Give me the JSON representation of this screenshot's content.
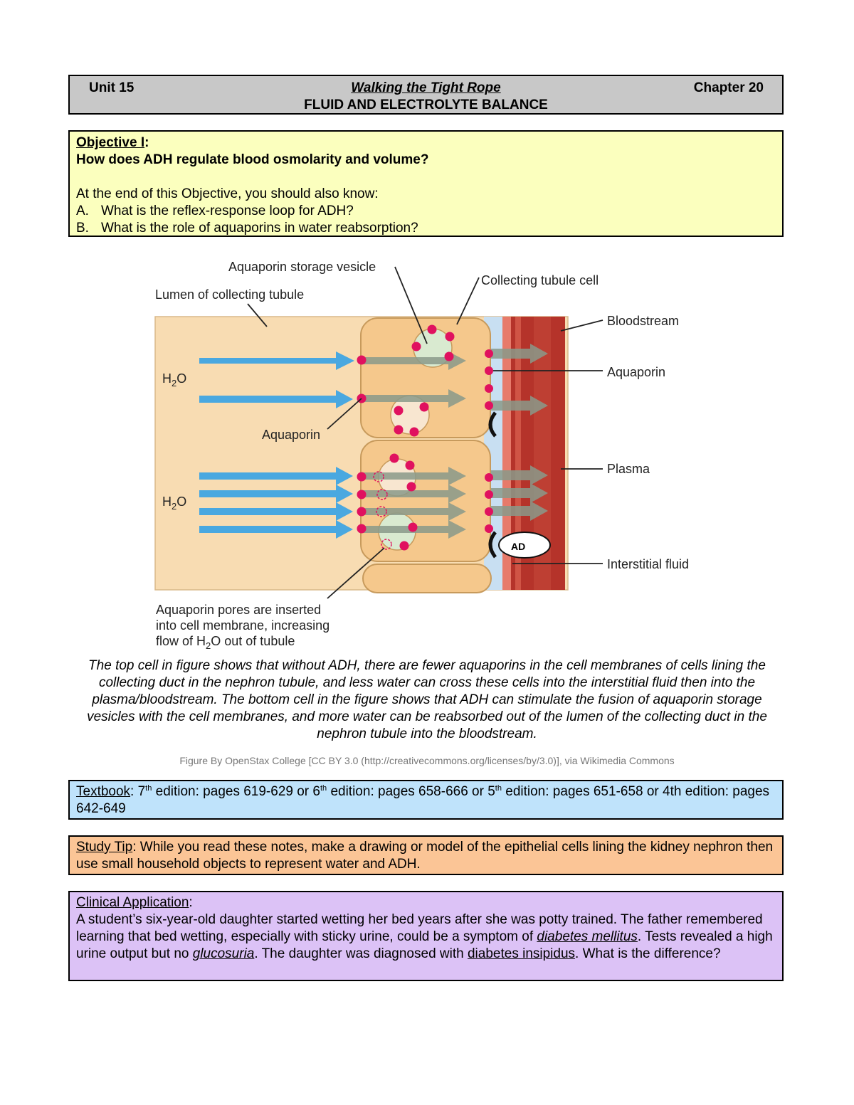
{
  "header": {
    "unit": "Unit 15",
    "title": "Walking the Tight Rope",
    "subtitle": "FLUID AND ELECTROLYTE BALANCE",
    "chapter": "Chapter 20"
  },
  "objective": {
    "label": "Objective I",
    "question": "How does ADH regulate blood osmolarity and volume?",
    "intro": "At the end of this Objective, you should also know:",
    "items": [
      {
        "marker": "A.",
        "text": "What is the reflex-response loop for ADH?"
      },
      {
        "marker": "B.",
        "text": "What is the role of aquaporins in water reabsorption?"
      }
    ]
  },
  "figure": {
    "labels": {
      "storage_vesicle": "Aquaporin storage vesicle",
      "lumen": "Lumen of collecting tubule",
      "tubule_cell": "Collecting tubule cell",
      "bloodstream": "Bloodstream",
      "aquaporin_right": "Aquaporin",
      "h2o_top_main": "H",
      "h2o_sub": "2",
      "h2o_tail": "O",
      "aquaporin_mid": "Aquaporin",
      "plasma": "Plasma",
      "adh": "AD",
      "interstitial": "Interstitial fluid",
      "pores_line1": "Aquaporin pores are inserted",
      "pores_line2": "into cell membrane, increasing",
      "pores_line3_a": "flow of H",
      "pores_line3_sub": "2",
      "pores_line3_b": "O out of tubule"
    },
    "colors": {
      "lumen": "#f8dcb2",
      "cell": "#f5c88c",
      "interstitial": "#c8dff2",
      "blood": "#b5332a",
      "aquaporin": "#e0115f",
      "arrow_blue": "#4aa8e0",
      "arrow_gray": "#8a9a8a"
    }
  },
  "caption": "The top cell in figure shows that without ADH, there are fewer aquaporins in the cell membranes of cells lining the collecting duct in the nephron tubule, and less water can cross these cells into the interstitial fluid then into the plasma/bloodstream.  The bottom cell in the figure shows that ADH can stimulate the fusion of aquaporin storage vesicles with the cell membranes, and more water can be reabsorbed out of the lumen of the collecting duct in the nephron tubule into the bloodstream.",
  "credit": "Figure By OpenStax College [CC BY 3.0 (http://creativecommons.org/licenses/by/3.0)], via Wikimedia Commons",
  "textbook": {
    "label": "Textbook",
    "p1": ": 7",
    "s1": "th",
    "p2": " edition: pages 619-629 or 6",
    "s2": "th",
    "p3": " edition: pages 658-666 or 5",
    "s3": "th",
    "p4": " edition: pages 651-658 or 4th edition: pages 642-649"
  },
  "study_tip": {
    "label": "Study Tip",
    "text": ": While you read these notes, make a drawing or model of the epithelial cells lining the kidney nephron then use small household objects to represent water and ADH."
  },
  "clinical": {
    "label": "Clinical Application",
    "colon": ":",
    "t1": "A student’s six-year-old daughter started wetting her bed years after she was potty trained.  The father remembered learning that bed wetting, especially with sticky urine, could be a symptom of ",
    "term1": "diabetes mellitus",
    "t2": ". Tests revealed a high urine output but no ",
    "term2": "glucosuria",
    "t3": ".  The daughter was diagnosed with ",
    "term3": "diabetes insipidus",
    "t4": ". What is the difference?"
  }
}
